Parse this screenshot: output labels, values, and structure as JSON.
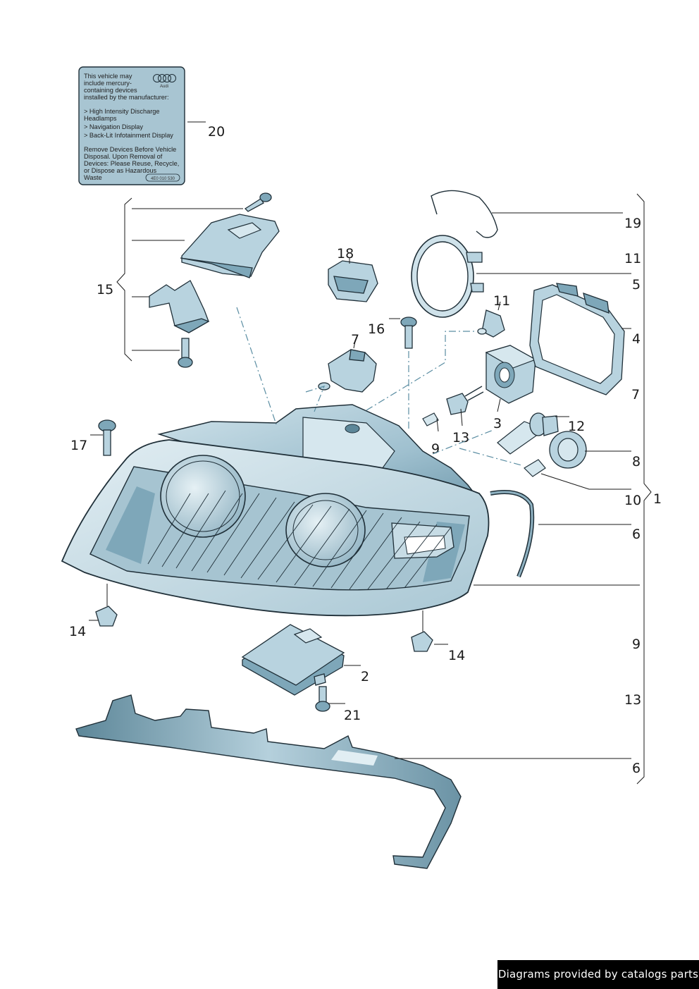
{
  "label_sticker": {
    "lines": [
      "This vehicle may",
      "include mercury-",
      "containing devices",
      "installed by the manufacturer:",
      "> High Intensity Discharge",
      "   Headlamps",
      "> Navigation Display",
      "> Back-Lit Infotainment Display",
      "Remove Devices Before Vehicle",
      "Disposal. Upon Removal of",
      "Devices: Please Reuse, Recycle,",
      "or Dispose as Hazardous",
      "Waste"
    ],
    "brand": "Audi",
    "part_no": "4E0 010 530"
  },
  "callouts": {
    "c20": "20",
    "c15": "15",
    "c18": "18",
    "c16": "16",
    "c7a": "7",
    "c11a": "11",
    "c3": "3",
    "c12": "12",
    "c13a": "13",
    "c9a": "9",
    "c17": "17",
    "c14a": "14",
    "c14b": "14",
    "c2": "2",
    "c21": "21",
    "c19": "19",
    "c11b": "11",
    "c5": "5",
    "c4": "4",
    "c7b": "7",
    "c8": "8",
    "c10": "10",
    "c1": "1",
    "c6a": "6",
    "c9b": "9",
    "c13b": "13",
    "c6b": "6"
  },
  "footer": {
    "credit": "Diagrams provided by catalogs parts"
  }
}
